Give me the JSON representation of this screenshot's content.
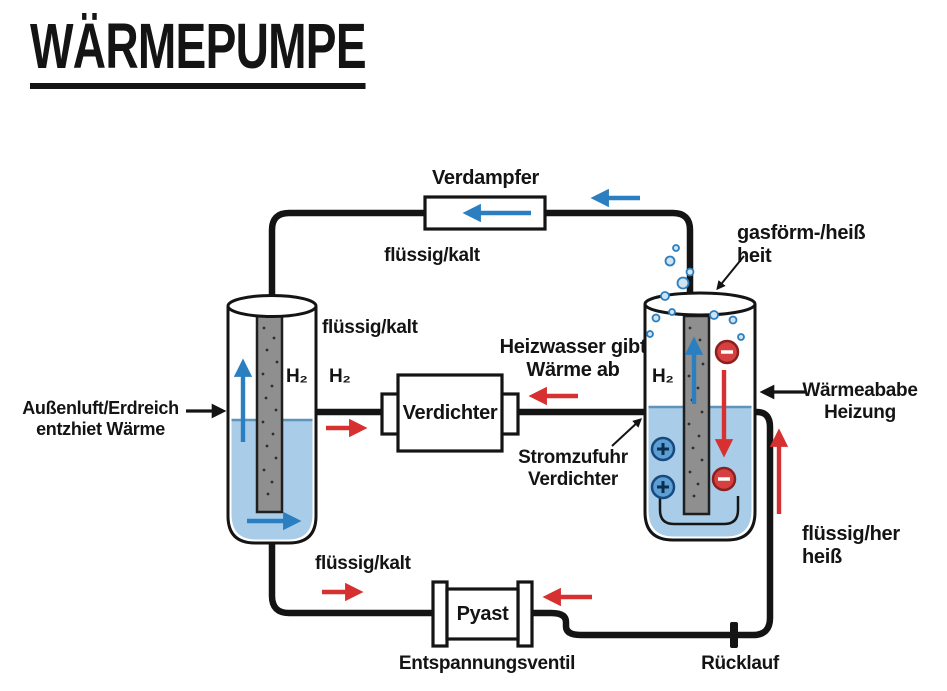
{
  "title": "WÄRMEPUMPE",
  "colors": {
    "pipe": "#141414",
    "blue": "#2b7fc0",
    "red": "#d63031",
    "liquid": "#a9cde8",
    "rod": "#8f8f8f"
  },
  "components": {
    "verdampfer": "Verdampfer",
    "verdichter": "Verdichter",
    "valve": "Pyast",
    "valve_caption": "Entspannungsventil",
    "ruecklauf": "Rücklauf"
  },
  "labels": {
    "fluessig_kalt_top": "flüssig/kalt",
    "fluessig_kalt_mid": "flüssig/kalt",
    "fluessig_kalt_bottom": "flüssig/kalt",
    "aussenluft": "Außenluft/Erdreich\nentzhiet Wärme",
    "heizwasser": "Heizwasser gibt\nWärme ab",
    "stromzufuhr": "Stromzufuhr\nVerdichter",
    "gasfoermig": "gasförm-/heiß\nheit",
    "waermeabgabe": "Wärmeababe\nHeizung",
    "fluessig_heiss": "flüssig/her\nheiß",
    "h2_left": "H₂",
    "h2_mid": "H₂",
    "h2_right": "H₂"
  }
}
